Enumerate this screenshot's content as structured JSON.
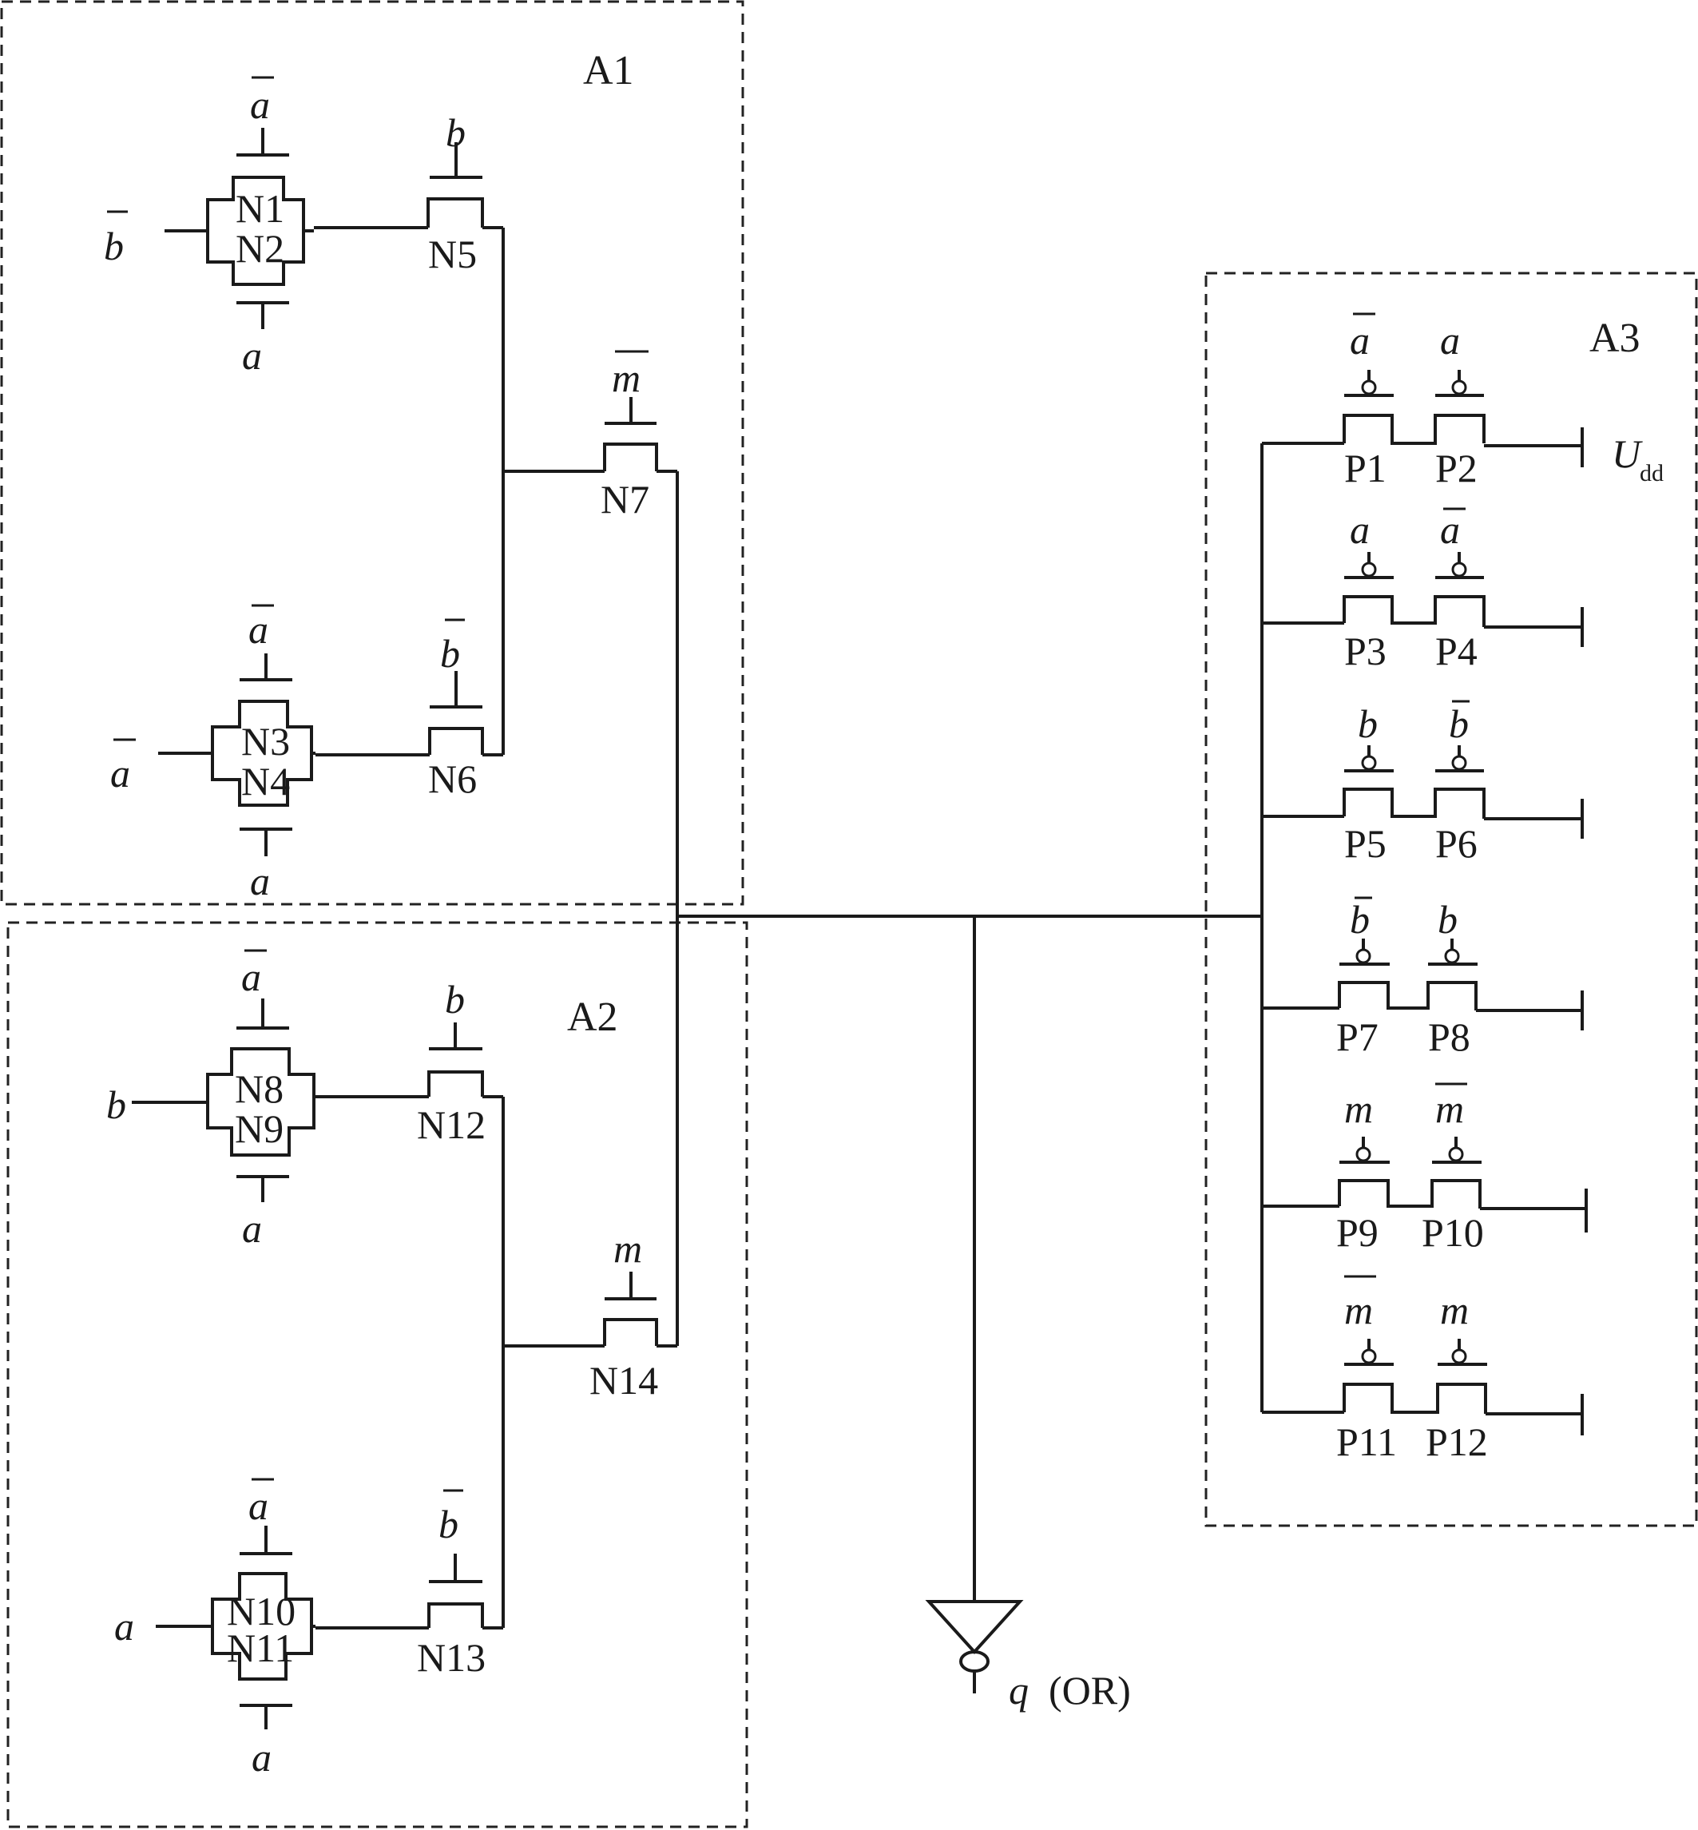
{
  "regions": {
    "a1": "A1",
    "a2": "A2",
    "a3": "A3"
  },
  "tg": {
    "n1n2": {
      "top": "N1",
      "bottom": "N2",
      "in": "b",
      "g_top": "a",
      "g_bot": "a"
    },
    "n3n4": {
      "top": "N3",
      "bottom": "N4",
      "in": "a",
      "g_top": "a",
      "g_bot": "a"
    },
    "n8n9": {
      "top": "N8",
      "bottom": "N9",
      "in": "b",
      "g_top": "a",
      "g_bot": "a"
    },
    "n10n11": {
      "top": "N10",
      "bottom": "N11",
      "in": "a",
      "g_top": "a",
      "g_bot": "a"
    }
  },
  "nmos": {
    "n5": {
      "label": "N5",
      "gate": "b"
    },
    "n6": {
      "label": "N6",
      "gate": "b"
    },
    "n7": {
      "label": "N7",
      "gate": "m"
    },
    "n12": {
      "label": "N12",
      "gate": "b"
    },
    "n13": {
      "label": "N13",
      "gate": "b"
    },
    "n14": {
      "label": "N14",
      "gate": "m"
    }
  },
  "pmos": {
    "p1": {
      "label": "P1",
      "gate": "a"
    },
    "p2": {
      "label": "P2",
      "gate": "a"
    },
    "p3": {
      "label": "P3",
      "gate": "a"
    },
    "p4": {
      "label": "P4",
      "gate": "a"
    },
    "p5": {
      "label": "P5",
      "gate": "b"
    },
    "p6": {
      "label": "P6",
      "gate": "b"
    },
    "p7": {
      "label": "P7",
      "gate": "b"
    },
    "p8": {
      "label": "P8",
      "gate": "b"
    },
    "p9": {
      "label": "P9",
      "gate": "m"
    },
    "p10": {
      "label": "P10",
      "gate": "m"
    },
    "p11": {
      "label": "P11",
      "gate": "m"
    },
    "p12": {
      "label": "P12",
      "gate": "m"
    }
  },
  "supply": {
    "main": "U",
    "sub": "dd"
  },
  "output": {
    "signal": "q",
    "tag": "(OR)"
  }
}
